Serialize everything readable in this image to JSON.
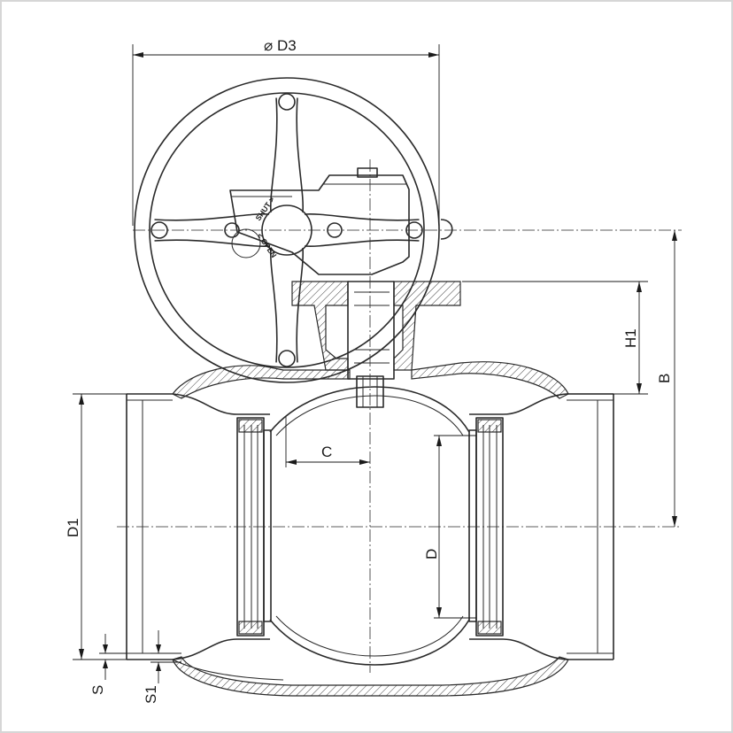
{
  "labels": {
    "d3": "⌀ D3",
    "h1": "H1",
    "b": "B",
    "c": "C",
    "d1": "D1",
    "d": "D",
    "s": "S",
    "s1": "S1"
  },
  "handwheel": {
    "shut": "SHUT >",
    "open": "< OPEN"
  }
}
